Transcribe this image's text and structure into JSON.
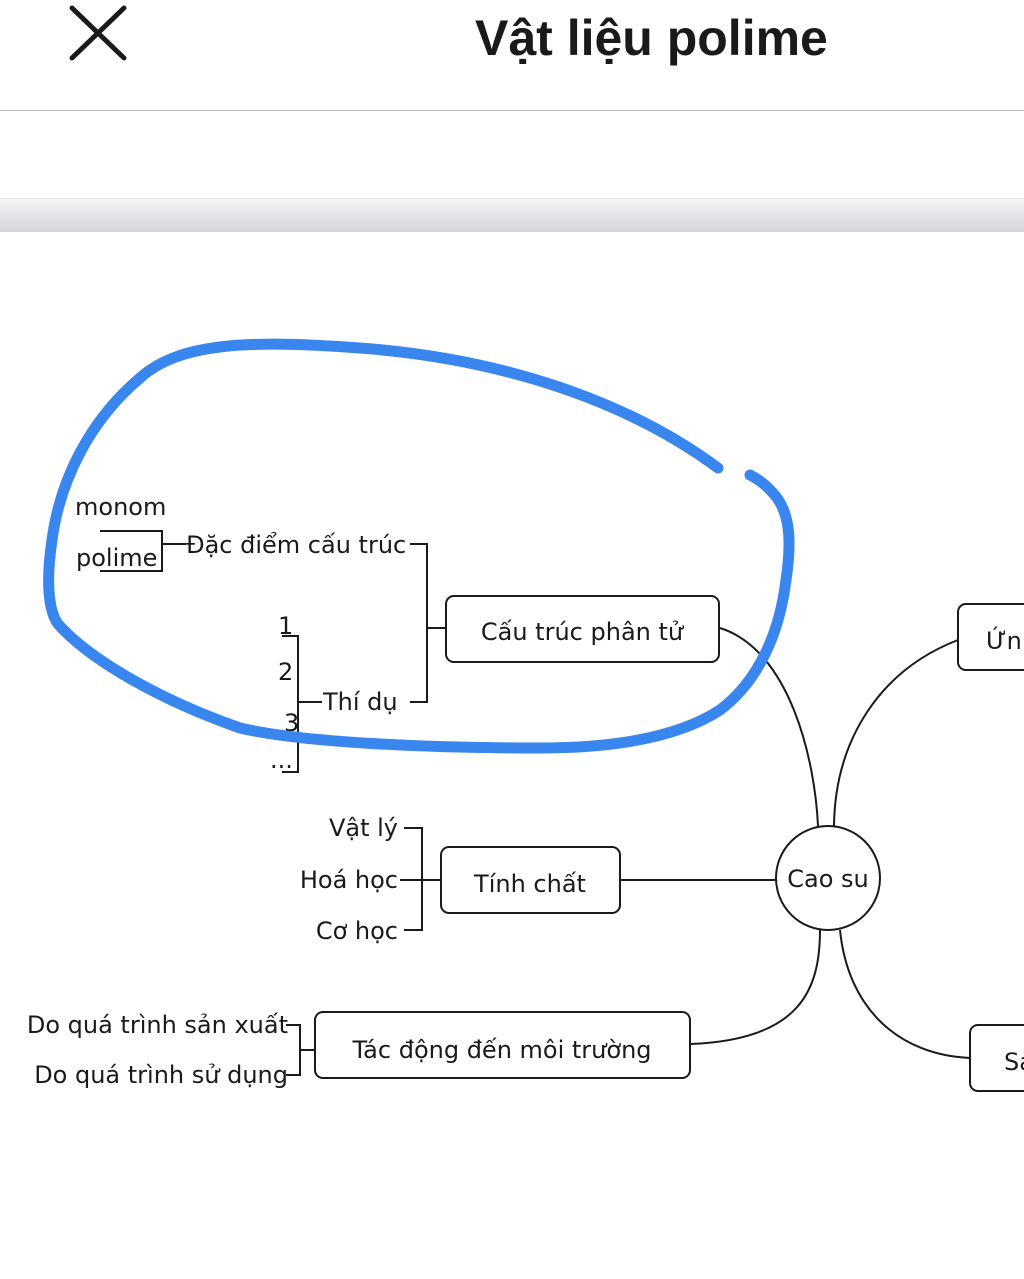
{
  "header": {
    "title": "Vật liệu polime"
  },
  "mindmap": {
    "center": "Cao su",
    "branches": {
      "structure": "Cấu trúc phân tử",
      "properties": "Tính chất",
      "environment": "Tác động đến môi trường",
      "application": "Ứn",
      "production": "Sả"
    },
    "structure_details": {
      "features": "Đặc điểm cấu trúc",
      "monomer": "monom",
      "polymer": "polime",
      "examples": "Thí dụ",
      "example_items": [
        "1",
        "2",
        "3",
        "..."
      ]
    },
    "property_items": [
      "Vật lý",
      "Hoá học",
      "Cơ học"
    ],
    "environment_items": [
      "Do quá trình sản xuất",
      "Do quá trình sử dụng"
    ]
  },
  "colors": {
    "highlight_stroke": "#3a86ef",
    "line": "#1a1a1a"
  }
}
